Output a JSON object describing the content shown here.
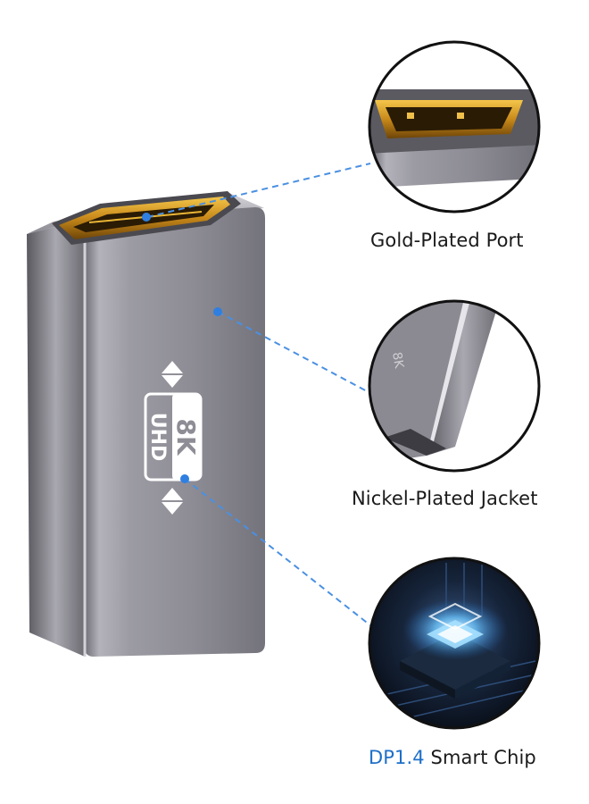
{
  "product": {
    "badge_resolution": "8K",
    "badge_subtitle": "UHD"
  },
  "callouts": [
    {
      "label": "Gold-Plated Port"
    },
    {
      "label": "Nickel-Plated Jacket"
    },
    {
      "label_highlight": "DP1.4",
      "label_rest": " Smart Chip"
    }
  ],
  "colors": {
    "body_gray": "#8e8d95",
    "gold": "#d9a020",
    "leader_line": "#4a90e2",
    "highlight_text": "#1e6fc9",
    "chip_glow": "#4fb8ff"
  }
}
